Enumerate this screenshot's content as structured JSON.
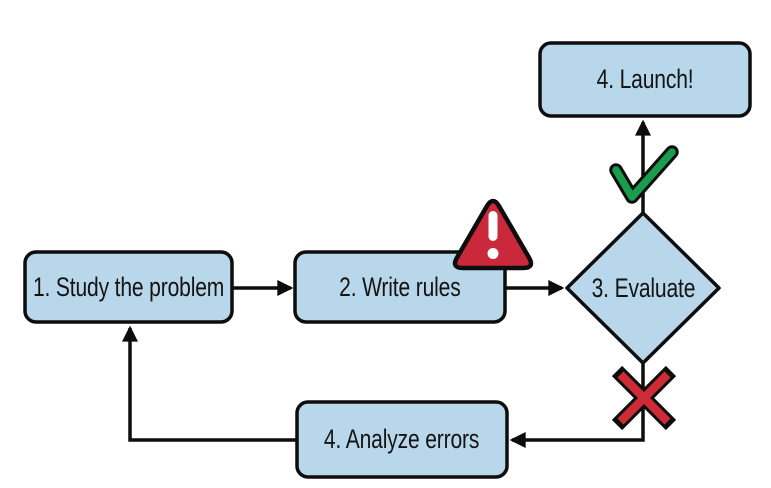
{
  "diagram": {
    "type": "flowchart",
    "nodes": {
      "study": {
        "label": "1. Study the problem",
        "shape": "rounded-rect"
      },
      "write": {
        "label": "2. Write rules",
        "shape": "rounded-rect"
      },
      "evaluate": {
        "label": "3. Evaluate",
        "shape": "diamond"
      },
      "launch": {
        "label": "4. Launch!",
        "shape": "rounded-rect"
      },
      "analyze": {
        "label": "4. Analyze errors",
        "shape": "rounded-rect"
      }
    },
    "edges": [
      {
        "from": "study",
        "to": "write"
      },
      {
        "from": "write",
        "to": "evaluate"
      },
      {
        "from": "evaluate",
        "to": "launch",
        "condition": "success"
      },
      {
        "from": "evaluate",
        "to": "analyze",
        "condition": "failure"
      },
      {
        "from": "analyze",
        "to": "study"
      }
    ],
    "icons": [
      {
        "name": "warning-triangle-icon",
        "meaning": "warning",
        "attached_to": "write"
      },
      {
        "name": "check-icon",
        "meaning": "success",
        "attached_to": "evaluate-to-launch"
      },
      {
        "name": "cross-icon",
        "meaning": "failure",
        "attached_to": "evaluate-to-analyze"
      }
    ],
    "colors": {
      "node_fill": "#b9d7ea",
      "node_border": "#0d0d0d",
      "connector": "#0d0d0d",
      "warning_red": "#c9293b",
      "check_green": "#199c4b",
      "cross_red": "#ce2b37",
      "icon_outline": "#0d0d0d",
      "exclamation_white": "#ffffff",
      "label_text": "#141414",
      "background": "#ffffff"
    }
  }
}
